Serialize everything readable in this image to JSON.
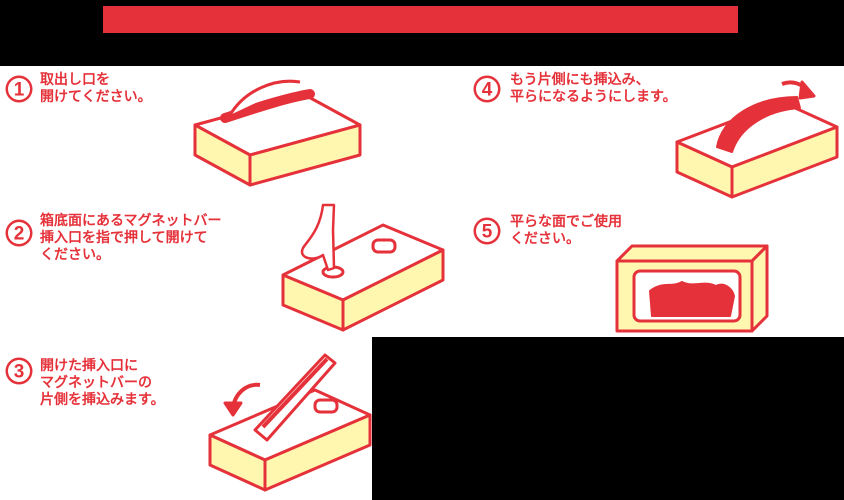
{
  "colors": {
    "accent": "#e5323a",
    "box_fill": "#fff7b0",
    "background": "#000000",
    "panel": "#ffffff"
  },
  "steps": [
    {
      "num": "1",
      "lines": [
        "取出し口を",
        "開けてください。"
      ]
    },
    {
      "num": "2",
      "lines": [
        "箱底面にあるマグネットバー",
        "挿入口を指で押して開けて",
        "ください。"
      ]
    },
    {
      "num": "3",
      "lines": [
        "開けた挿入口に",
        "マグネットバーの",
        "片側を挿込みます。"
      ]
    },
    {
      "num": "4",
      "lines": [
        "もう片側にも挿込み、",
        "平らになるようにします。"
      ]
    },
    {
      "num": "5",
      "lines": [
        "平らな面でご使用",
        "ください。"
      ]
    }
  ]
}
